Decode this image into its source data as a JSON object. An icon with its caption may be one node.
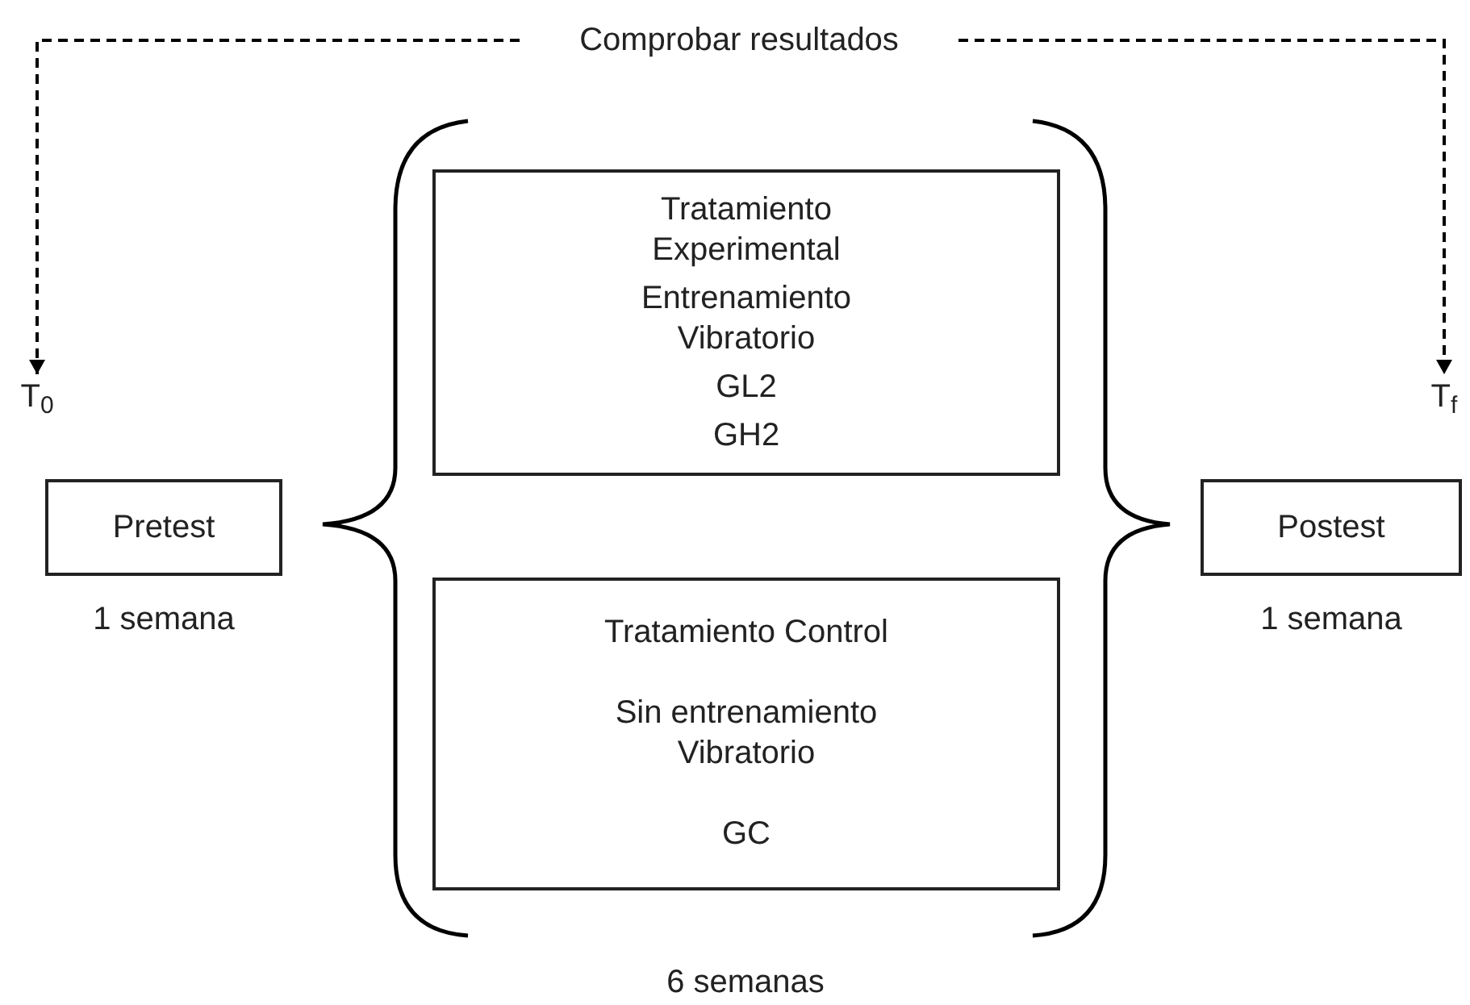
{
  "diagram": {
    "nodes": [
      {
        "text": [
          "Comprobar resultados"
        ]
      },
      {
        "text": [
          "T$_{0}$"
        ]
      },
      {
        "text": [
          "T$_{f}$"
        ]
      },
      {
        "text": [
          "Tratamiento Experimental",
          "Entrenamiento Vibratorio",
          "GL2",
          "GH2"
        ]
      },
      {
        "text": [
          "Pretest"
        ],
        "beside": [
          "1 semana"
        ]
      },
      {
        "text": [
          "Postest"
        ],
        "beside": [
          "1 semana"
        ]
      },
      {
        "text": [
          "Tratamiento Control",
          "Sin entrenamiento Vibratorio",
          "GC"
        ]
      }
    ],
    "edges": [
      {
        "from": 0,
        "to": 1,
        "arrow": "to",
        "style": "dashed"
      },
      {
        "from": 0,
        "to": 2,
        "arrow": "to",
        "style": "dashed"
      }
    ],
    "labels": [
      "6 semanas"
    ]
  }
}
